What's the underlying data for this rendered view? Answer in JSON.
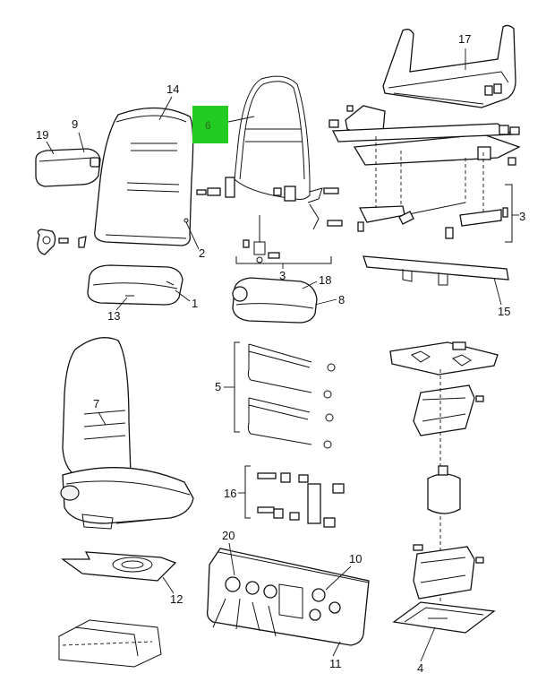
{
  "callouts": {
    "c1": "1",
    "c2": "2",
    "c3a": "3",
    "c3b": "3",
    "c4": "4",
    "c5": "5",
    "c6": "6",
    "c7": "7",
    "c8": "8",
    "c9": "9",
    "c10": "10",
    "c11": "11",
    "c12": "12",
    "c13": "13",
    "c14": "14",
    "c15": "15",
    "c16": "16",
    "c17": "17",
    "c18": "18",
    "c19": "19",
    "c20": "20"
  },
  "colors": {
    "highlight": "#22cc22",
    "line": "#111111",
    "background": "#ffffff"
  }
}
